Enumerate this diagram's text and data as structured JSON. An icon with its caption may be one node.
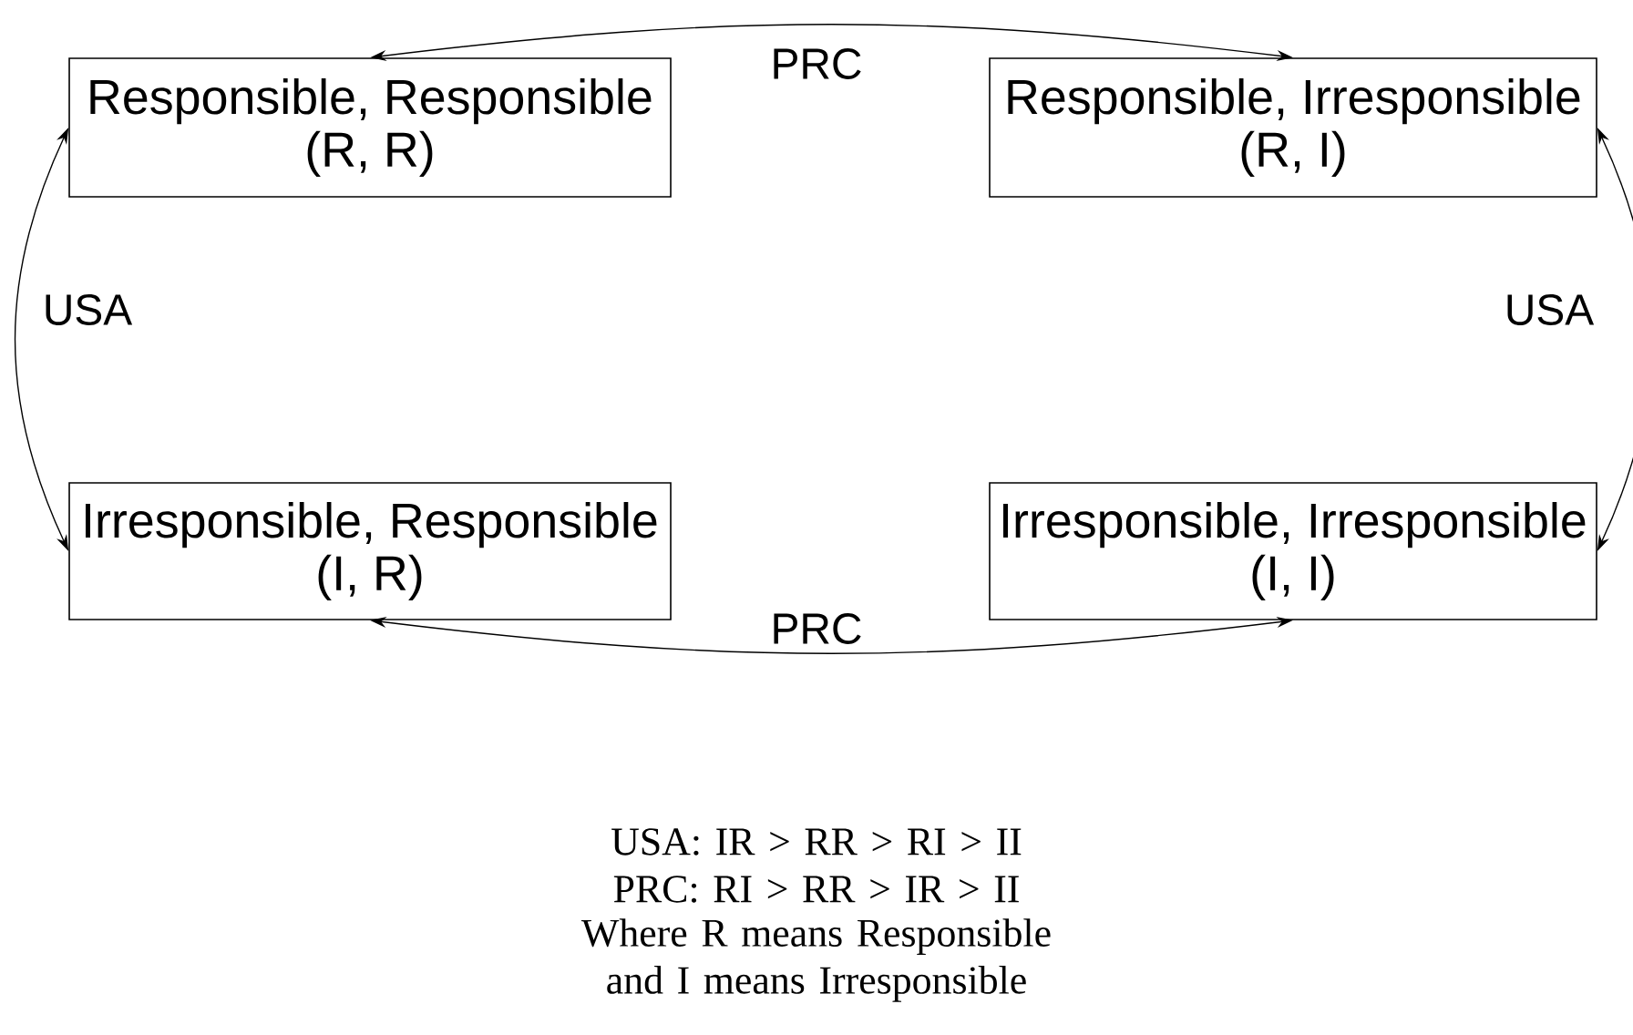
{
  "diagram": {
    "nodes": [
      {
        "text": [
          "Responsible, Responsible",
          "(R, R)"
        ]
      },
      {
        "text": [
          "Responsible, Irresponsible",
          "(R, I)"
        ]
      },
      {
        "text": [
          "Irresponsible, Responsible",
          "(I, R)"
        ]
      },
      {
        "text": [
          "Irresponsible, Irresponsible",
          "(I, I)"
        ]
      }
    ],
    "edges": [
      {
        "from": 0,
        "to": 1,
        "arrow": "both",
        "label": "PRC"
      },
      {
        "from": 0,
        "to": 2,
        "arrow": "both",
        "label": "USA"
      },
      {
        "from": 1,
        "to": 3,
        "arrow": "both",
        "label": "USA"
      },
      {
        "from": 2,
        "to": 3,
        "arrow": "both",
        "label": "PRC"
      }
    ],
    "labels": [
      "USA: IR > RR > RI > II",
      "PRC: RI > RR > IR > II",
      "Where R means Responsible and I means Irresponsible"
    ]
  }
}
